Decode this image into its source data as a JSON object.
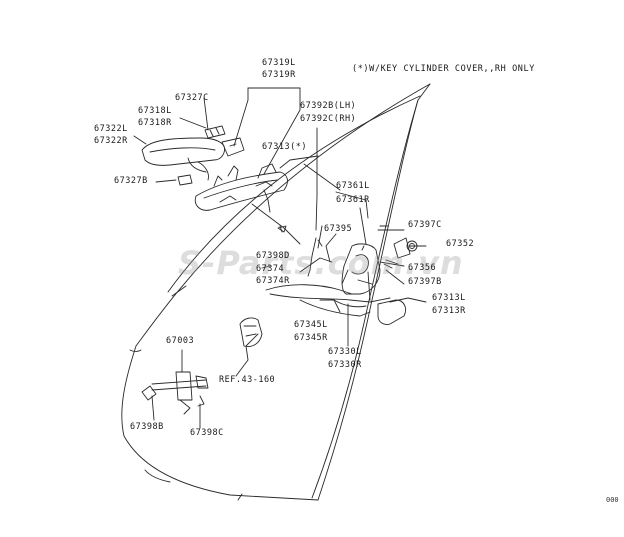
{
  "note": "(*)W/KEY CYLINDER COVER,,RH ONLY",
  "watermark": "S-Parts.com.vn",
  "figure_code": "000",
  "labels": [
    {
      "id": "67319L",
      "text": "67319L"
    },
    {
      "id": "67319R",
      "text": "67319R"
    },
    {
      "id": "67327C",
      "text": "67327C"
    },
    {
      "id": "67318L",
      "text": "67318L"
    },
    {
      "id": "67318R",
      "text": "67318R"
    },
    {
      "id": "67322L",
      "text": "67322L"
    },
    {
      "id": "67322R",
      "text": "67322R"
    },
    {
      "id": "67392B",
      "text": "67392B(LH)"
    },
    {
      "id": "67392C",
      "text": "67392C(RH)"
    },
    {
      "id": "67313",
      "text": "67313(*)"
    },
    {
      "id": "67327B",
      "text": "67327B"
    },
    {
      "id": "67361L",
      "text": "67361L"
    },
    {
      "id": "67361R",
      "text": "67361R"
    },
    {
      "id": "67395",
      "text": "67395"
    },
    {
      "id": "67397C",
      "text": "67397C"
    },
    {
      "id": "67352",
      "text": "67352"
    },
    {
      "id": "67398D",
      "text": "67398D"
    },
    {
      "id": "67374",
      "text": "67374"
    },
    {
      "id": "67374R",
      "text": "67374R"
    },
    {
      "id": "67356",
      "text": "67356"
    },
    {
      "id": "67397B",
      "text": "67397B"
    },
    {
      "id": "67313L",
      "text": "67313L"
    },
    {
      "id": "67313R",
      "text": "67313R"
    },
    {
      "id": "67345L",
      "text": "67345L"
    },
    {
      "id": "67345R",
      "text": "67345R"
    },
    {
      "id": "67003",
      "text": "67003"
    },
    {
      "id": "67330L",
      "text": "67330L"
    },
    {
      "id": "67330R",
      "text": "67330R"
    },
    {
      "id": "REF",
      "text": "REF.43-160"
    },
    {
      "id": "67398B",
      "text": "67398B"
    },
    {
      "id": "67398C",
      "text": "67398C"
    }
  ]
}
